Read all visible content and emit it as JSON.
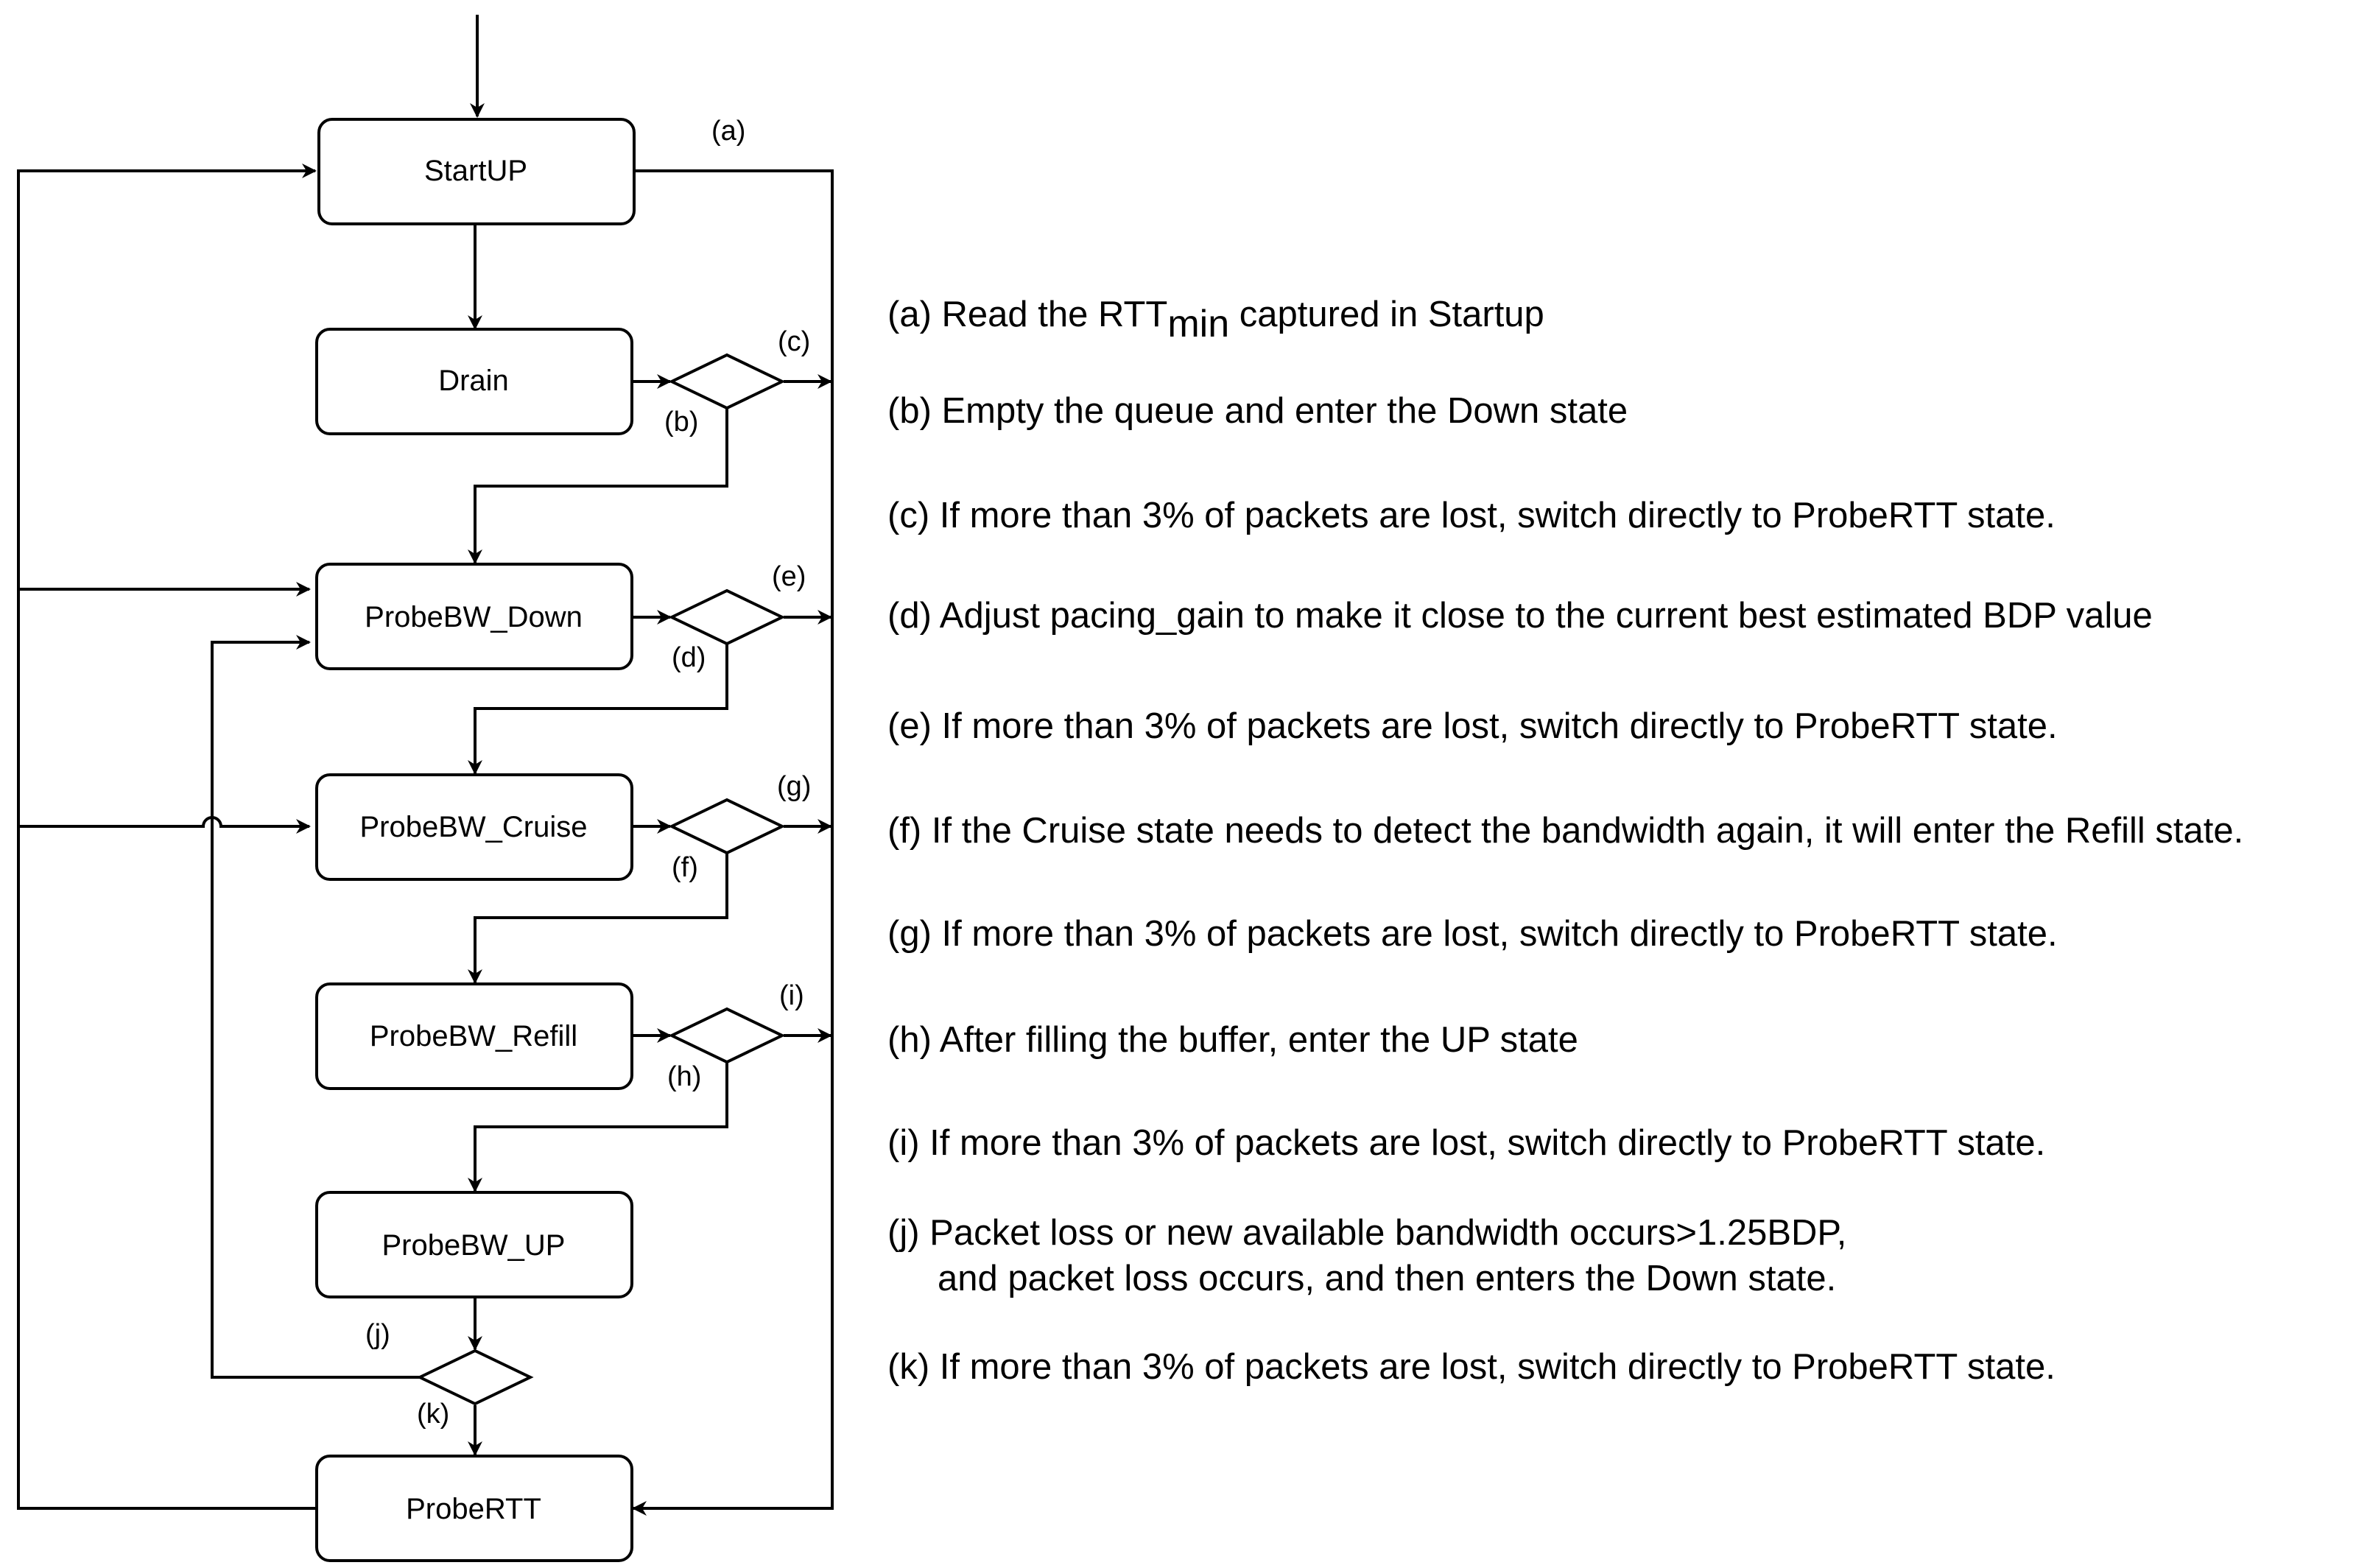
{
  "states": {
    "startup": "StartUP",
    "drain": "Drain",
    "probebw_down": "ProbeBW_Down",
    "probebw_cruise": "ProbeBW_Cruise",
    "probebw_refill": "ProbeBW_Refill",
    "probebw_up": "ProbeBW_UP",
    "probertt": "ProbeRTT"
  },
  "edge_labels": {
    "a": "(a)",
    "b": "(b)",
    "c": "(c)",
    "d": "(d)",
    "e": "(e)",
    "f": "(f)",
    "g": "(g)",
    "h": "(h)",
    "i": "(i)",
    "j": "(j)",
    "k": "(k)"
  },
  "legend": {
    "a_prefix": "(a) Read the RTT",
    "a_sub": "min",
    "a_suffix": " captured in Startup",
    "b": "(b) Empty the queue and enter the Down state",
    "c": "(c) If more than 3% of packets are lost, switch directly to ProbeRTT state.",
    "d": "(d) Adjust pacing_gain to make it close to the current best estimated BDP value",
    "e": "(e) If more than 3% of packets are lost, switch directly to ProbeRTT state.",
    "f": "(f) If the Cruise state needs to detect the bandwidth again, it will enter the Refill state.",
    "g": "(g) If more than 3% of packets are lost, switch directly to ProbeRTT state.",
    "h": "(h) After filling the buffer, enter the UP state",
    "i": "(i) If more than 3% of packets are lost, switch directly to ProbeRTT state.",
    "j_line1": "(j) Packet loss or new available bandwidth occurs>1.25BDP,",
    "j_line2": "and packet loss occurs, and then enters the Down state.",
    "k": "(k) If more than 3% of packets are lost, switch directly to ProbeRTT state."
  }
}
